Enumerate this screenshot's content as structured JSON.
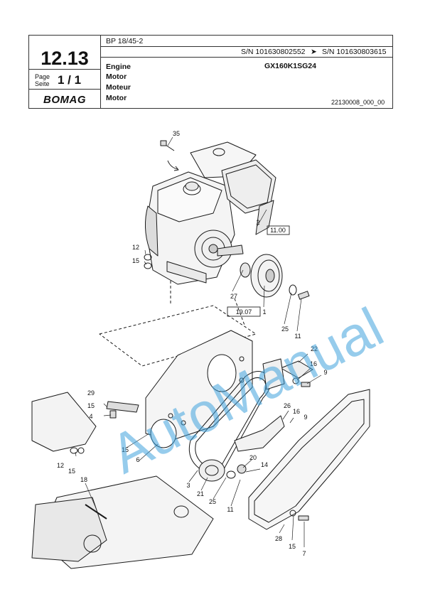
{
  "header": {
    "section_code": "12.13",
    "model": "BP 18/45-2",
    "serial_from": "S/N 101630802552",
    "serial_arrow": "➤",
    "serial_to": "S/N 101630803615",
    "part_model": "GX160K1SG24",
    "page_label_en": "Page",
    "page_label_de": "Seite",
    "page_number": "1 / 1",
    "brand": "BOMAG",
    "titles": [
      "Engine",
      "Motor",
      "Moteur",
      "Motor"
    ],
    "drawing_number": "22130008_000_00"
  },
  "callouts": [
    {
      "label": "35"
    },
    {
      "label": "2"
    },
    {
      "label": "11.00"
    },
    {
      "label": "12"
    },
    {
      "label": "15"
    },
    {
      "label": "27"
    },
    {
      "label": "19.07"
    },
    {
      "label": "1"
    },
    {
      "label": "25"
    },
    {
      "label": "11"
    },
    {
      "label": "22"
    },
    {
      "label": "16"
    },
    {
      "label": "9"
    },
    {
      "label": "29"
    },
    {
      "label": "15"
    },
    {
      "label": "4"
    },
    {
      "label": "26"
    },
    {
      "label": "16"
    },
    {
      "label": "9"
    },
    {
      "label": "15"
    },
    {
      "label": "6"
    },
    {
      "label": "20"
    },
    {
      "label": "14"
    },
    {
      "label": "12"
    },
    {
      "label": "15"
    },
    {
      "label": "18"
    },
    {
      "label": "3"
    },
    {
      "label": "21"
    },
    {
      "label": "25"
    },
    {
      "label": "11"
    },
    {
      "label": "28"
    },
    {
      "label": "15"
    },
    {
      "label": "7"
    }
  ],
  "watermark": "AutoManual"
}
